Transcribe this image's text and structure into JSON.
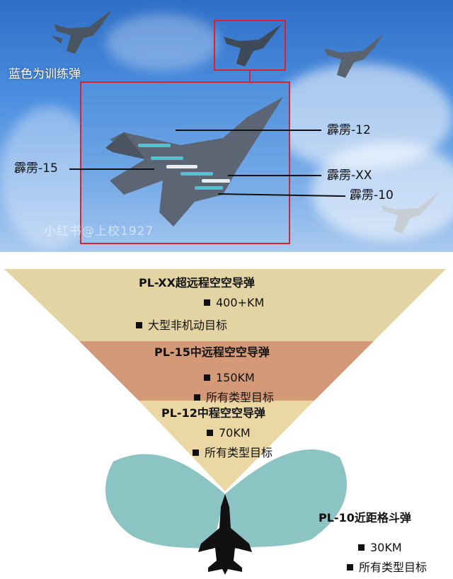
{
  "photo": {
    "training_label": "蓝色为训练弹",
    "watermark": "小红书@上校1927",
    "callouts": {
      "pl12": "霹雳-12",
      "pl15": "霹雳-15",
      "plxx": "霹雳-XX",
      "pl10": "霹雳-10"
    }
  },
  "diagram": {
    "colors": {
      "plxx": "#e3d4a4",
      "pl15": "#d49a78",
      "pl12": "#ead7a3",
      "pl10": "#8cc4c3",
      "frame_red": "#d9222a"
    },
    "tiers": {
      "plxx": {
        "title": "PL-XX超远程空空导弹",
        "range": "400+KM",
        "target": "大型非机动目标"
      },
      "pl15": {
        "title": "PL-15中远程空空导弹",
        "range": "150KM",
        "target": "所有类型目标"
      },
      "pl12": {
        "title": "PL-12中程空空导弹",
        "range": "70KM",
        "target": "所有类型目标"
      },
      "pl10": {
        "title": "PL-10近距格斗弹",
        "range": "30KM",
        "target": "所有类型目标"
      }
    }
  }
}
